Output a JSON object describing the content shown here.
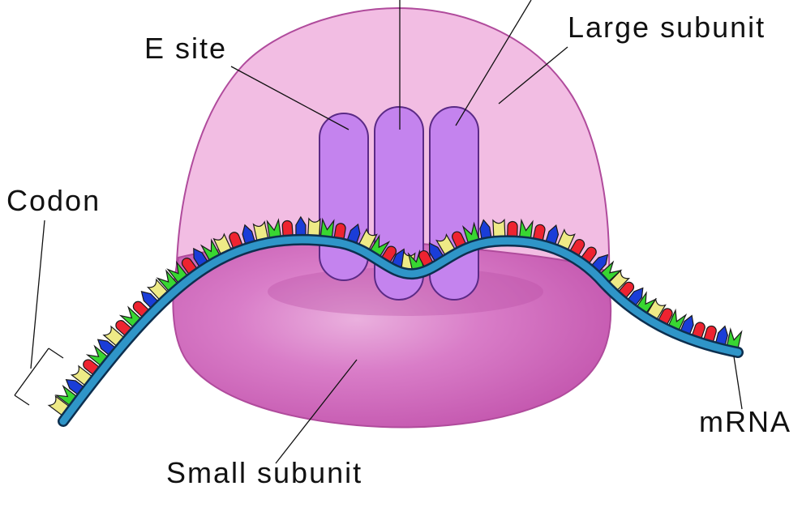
{
  "labels": {
    "e_site": "E site",
    "large_subunit": "Large subunit",
    "codon": "Codon",
    "small_subunit": "Small subunit",
    "mrna": "mRNA"
  },
  "colors": {
    "large_subunit_fill": "#f2bde3",
    "large_subunit_stroke": "#b04b9c",
    "small_subunit_fill": "#d771bf",
    "site_fill": "#c483ee",
    "site_stroke": "#5b2a86",
    "mrna_fill": "#2f95c8",
    "mrna_stroke": "#0c2f4f",
    "base_colors": [
      "#ee2330",
      "#38d631",
      "#1a3dd8",
      "#eeea86"
    ]
  },
  "bases": {
    "sequence": [
      "Y",
      "G",
      "B",
      "Y",
      "R",
      "G",
      "B",
      "Y",
      "R",
      "G",
      "R",
      "B",
      "Y",
      "G",
      "G",
      "R",
      "B",
      "G",
      "Y",
      "R",
      "B",
      "Y",
      "G",
      "R",
      "B",
      "Y",
      "G",
      "R",
      "B",
      "Y",
      "G",
      "R",
      "B",
      "Y",
      "G",
      "R",
      "B",
      "Y",
      "R",
      "G",
      "B",
      "Y",
      "R",
      "G",
      "R",
      "B",
      "Y",
      "R",
      "R",
      "B",
      "G",
      "Y",
      "R",
      "B",
      "G",
      "Y",
      "R",
      "G",
      "B",
      "R",
      "R",
      "B",
      "G"
    ]
  }
}
